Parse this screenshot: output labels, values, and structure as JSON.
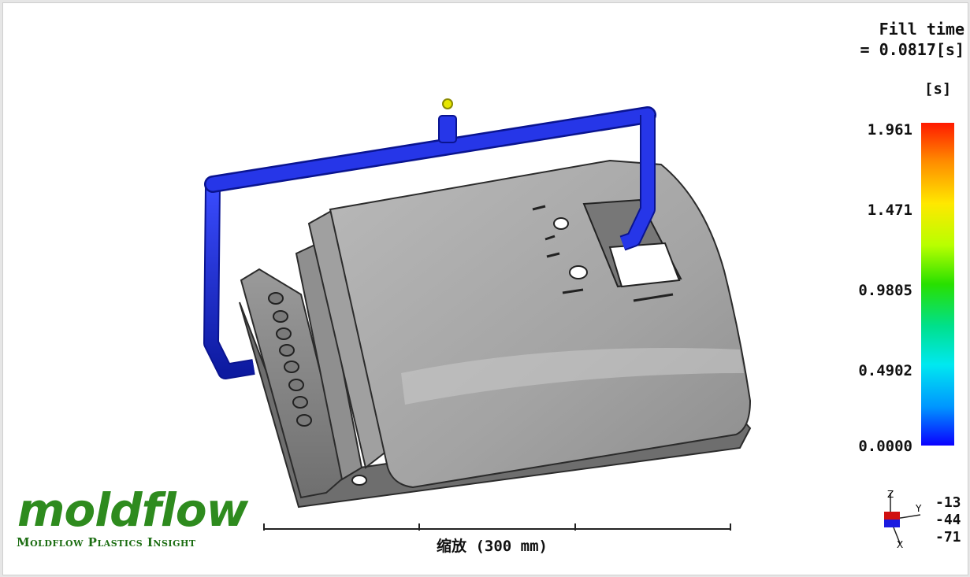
{
  "result": {
    "title": "Fill time",
    "value_line": "= 0.0817[s]"
  },
  "legend": {
    "unit": "[s]",
    "ticks": [
      "1.961",
      "1.471",
      "0.9805",
      "0.4902",
      "0.0000"
    ],
    "max": 1.961,
    "min": 0.0,
    "colors": [
      "#ff1a00",
      "#ffe800",
      "#28e000",
      "#00e8f0",
      "#0a00ff"
    ]
  },
  "triad": {
    "axes": [
      "Z",
      "Y",
      "X"
    ],
    "values": [
      "-13",
      "-44",
      "-71"
    ]
  },
  "branding": {
    "logo": "moldflow",
    "subtitle": "Moldflow Plastics Insight"
  },
  "scale": {
    "label": "缩放 (300 mm)"
  },
  "model": {
    "runner_color": "#1428d2",
    "part_color": "#a9a9a9",
    "gate_color": "#e6e600"
  }
}
